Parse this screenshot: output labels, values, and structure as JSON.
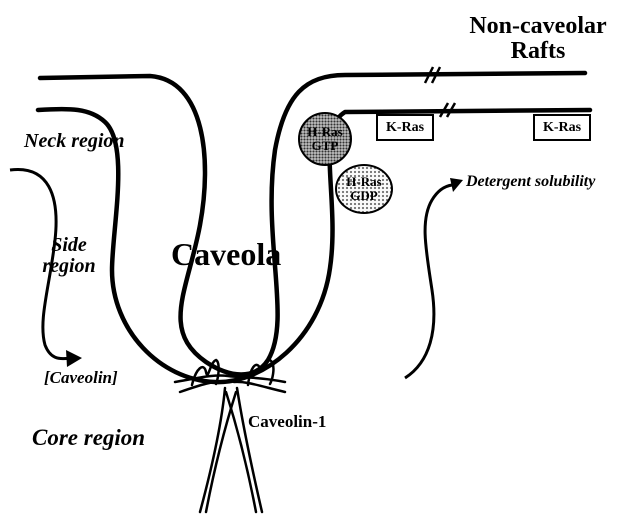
{
  "labels": {
    "title_line1": "Non-caveolar",
    "title_line2": "Rafts",
    "neck_region": "Neck region",
    "side_region_line1": "Side",
    "side_region_line2": "region",
    "caveola": "Caveola",
    "caveolin_bracket": "[Caveolin]",
    "core_region": "Core region",
    "caveolin1": "Caveolin-1",
    "detergent_solubility": "Detergent solubility"
  },
  "proteins": {
    "hras_gtp_line1": "H-Ras",
    "hras_gtp_line2": "GTP",
    "hras_gdp_line1": "H-Ras",
    "hras_gdp_line2": "GDP",
    "kras_left": "K-Ras",
    "kras_right": "K-Ras"
  },
  "colors": {
    "ink": "#000000",
    "background": "#ffffff",
    "gtp_fill": "#cfcfcf",
    "gdp_fill": "#fafafa"
  }
}
